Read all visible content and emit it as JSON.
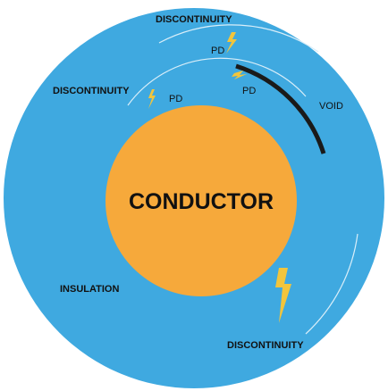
{
  "diagram": {
    "colors": {
      "insulation": "#3fa9e0",
      "conductor": "#f6a93b",
      "void": "#1a1a1a",
      "arc_line": "#d9eef9",
      "spark": "#f2c53c",
      "text": "#111111"
    },
    "conductor_label": "CONDUCTOR",
    "insulation_label": "INSULATION",
    "void_label": "VOID",
    "discontinuity_top": "DISCONTINUITY",
    "discontinuity_left": "DISCONTINUITY",
    "discontinuity_bottom": "DISCONTINUITY",
    "pd_top": "PD",
    "pd_left": "PD",
    "pd_void": "PD"
  }
}
